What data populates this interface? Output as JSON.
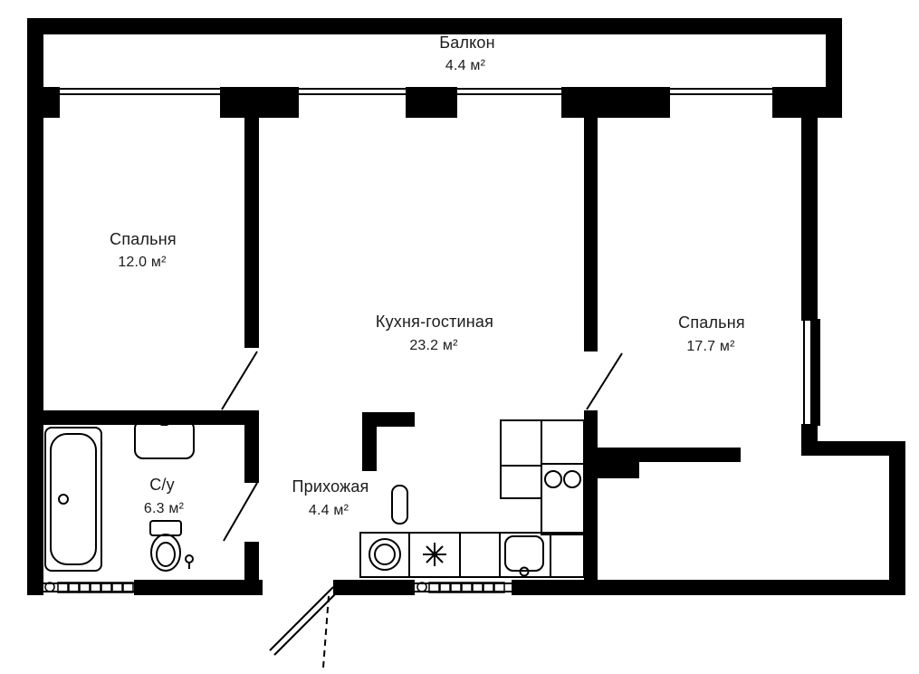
{
  "floor_plan": {
    "background": "#ffffff",
    "wall_color": "#000000",
    "text_color": "#1c1c1c",
    "rooms": {
      "balcony": {
        "name": "Балкон",
        "area": "4.4 м²"
      },
      "bedroom_left": {
        "name": "Спальня",
        "area": "12.0 м²"
      },
      "kitchen_living": {
        "name": "Кухня-гостиная",
        "area": "23.2 м²"
      },
      "bedroom_right": {
        "name": "Спальня",
        "area": "17.7 м²"
      },
      "bathroom": {
        "name": "С/у",
        "area": "6.3 м²"
      },
      "hallway": {
        "name": "Прихожая",
        "area": "4.4 м²"
      }
    }
  }
}
